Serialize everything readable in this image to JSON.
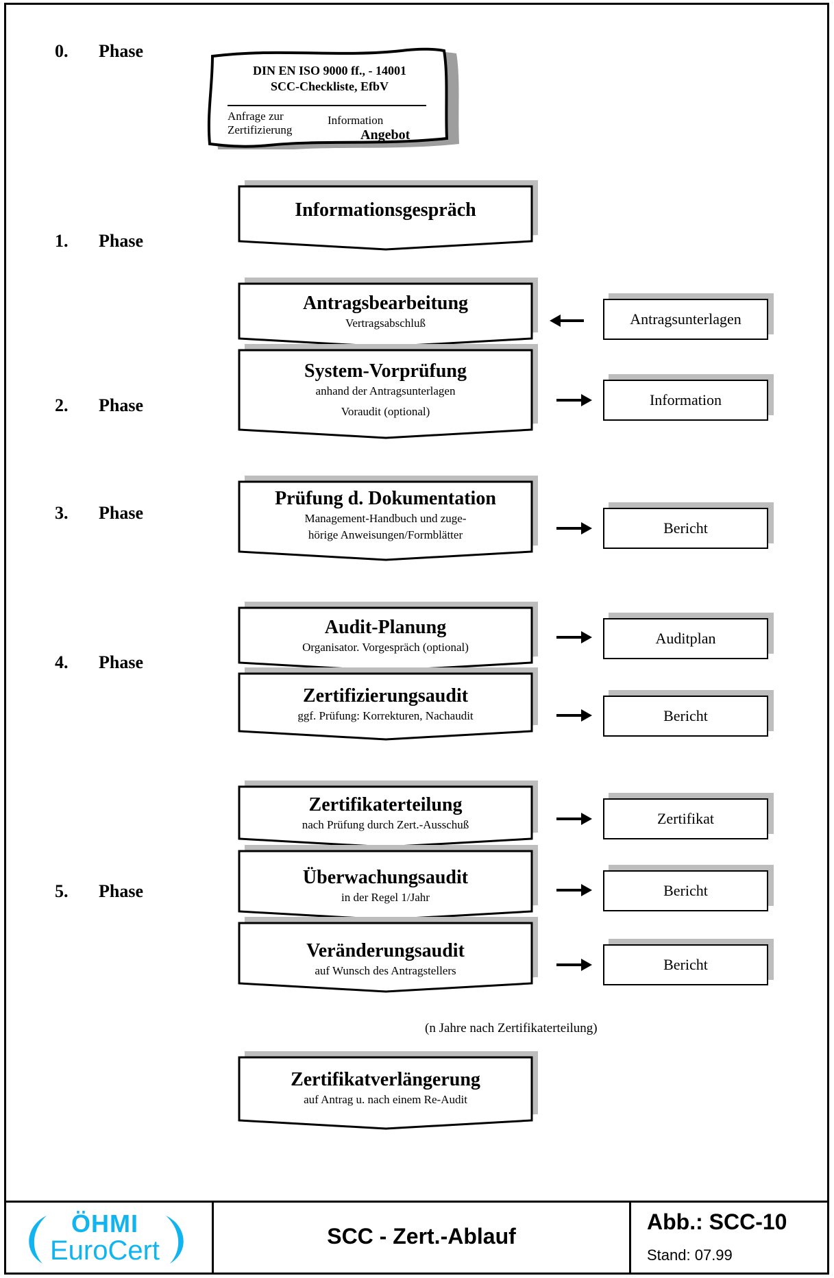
{
  "phases": {
    "p0": {
      "num": "0.",
      "label": "Phase"
    },
    "p1": {
      "num": "1.",
      "label": "Phase"
    },
    "p2": {
      "num": "2.",
      "label": "Phase"
    },
    "p3": {
      "num": "3.",
      "label": "Phase"
    },
    "p4": {
      "num": "4.",
      "label": "Phase"
    },
    "p5": {
      "num": "5.",
      "label": "Phase"
    }
  },
  "document_box": {
    "line1": "DIN EN ISO 9000 ff., - 14001",
    "line2": "SCC-Checkliste, EfbV",
    "left_line1": "Anfrage zur",
    "left_line2": "Zertifizierung",
    "right_line1": "Information",
    "right_line2": "Angebot"
  },
  "steps": {
    "informationsgespraech": {
      "title": "Informationsgespräch"
    },
    "antragsbearbeitung": {
      "title": "Antragsbearbeitung",
      "sub1": "Vertragsabschluß"
    },
    "system_vorpruefung": {
      "title": "System-Vorprüfung",
      "sub1": "anhand der Antragsunterlagen",
      "sub2": "Voraudit (optional)"
    },
    "pruefung_dokumentation": {
      "title": "Prüfung d. Dokumentation",
      "sub1": "Management-Handbuch und zuge-",
      "sub2": "hörige Anweisungen/Formblätter"
    },
    "audit_planung": {
      "title": "Audit-Planung",
      "sub1": "Organisator. Vorgespräch (optional)"
    },
    "zertifizierungsaudit": {
      "title": "Zertifizierungsaudit",
      "sub1": "ggf. Prüfung: Korrekturen, Nachaudit"
    },
    "zertifikaterteilung": {
      "title": "Zertifikaterteilung",
      "sub1": "nach Prüfung durch Zert.-Ausschuß"
    },
    "ueberwachungsaudit": {
      "title": "Überwachungsaudit",
      "sub1": "in der Regel 1/Jahr"
    },
    "veraenderungsaudit": {
      "title": "Veränderungsaudit",
      "sub1": "auf Wunsch des Antragstellers"
    },
    "zertifikatverlaengerung": {
      "title": "Zertifikatverlängerung",
      "sub1": "auf Antrag u. nach einem Re-Audit"
    }
  },
  "outputs": {
    "antragsunterlagen": "Antragsunterlagen",
    "information": "Information",
    "bericht_doku": "Bericht",
    "auditplan": "Auditplan",
    "bericht_zert": "Bericht",
    "zertifikat": "Zertifikat",
    "bericht_ueberw": "Bericht",
    "bericht_veraend": "Bericht"
  },
  "note": "(n Jahre nach Zertifikaterteilung)",
  "footer": {
    "logo_top": "ÖHMI",
    "logo_bottom": "EuroCert",
    "title": "SCC - Zert.-Ablauf",
    "figure": "Abb.: SCC-10",
    "stand": "Stand: 07.99"
  }
}
